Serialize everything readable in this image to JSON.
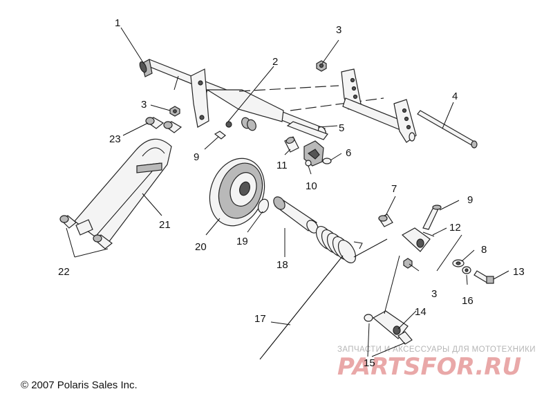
{
  "callouts": [
    {
      "id": "c1",
      "text": "1"
    },
    {
      "id": "c2",
      "text": "2"
    },
    {
      "id": "c3a",
      "text": "3"
    },
    {
      "id": "c3b",
      "text": "3"
    },
    {
      "id": "c3c",
      "text": "3"
    },
    {
      "id": "c4",
      "text": "4"
    },
    {
      "id": "c5",
      "text": "5"
    },
    {
      "id": "c6",
      "text": "6"
    },
    {
      "id": "c7",
      "text": "7"
    },
    {
      "id": "c8",
      "text": "8"
    },
    {
      "id": "c9a",
      "text": "9"
    },
    {
      "id": "c9b",
      "text": "9"
    },
    {
      "id": "c10",
      "text": "10"
    },
    {
      "id": "c11",
      "text": "11"
    },
    {
      "id": "c12",
      "text": "12"
    },
    {
      "id": "c13",
      "text": "13"
    },
    {
      "id": "c14",
      "text": "14"
    },
    {
      "id": "c15",
      "text": "15"
    },
    {
      "id": "c16",
      "text": "16"
    },
    {
      "id": "c17",
      "text": "17"
    },
    {
      "id": "c18",
      "text": "18"
    },
    {
      "id": "c19",
      "text": "19"
    },
    {
      "id": "c20",
      "text": "20"
    },
    {
      "id": "c21",
      "text": "21"
    },
    {
      "id": "c22",
      "text": "22"
    },
    {
      "id": "c23",
      "text": "23"
    }
  ],
  "copyright": "© 2007 Polaris Sales Inc.",
  "watermark": {
    "subtitle": "ЗАПЧАСТИ И АКСЕССУАРЫ ДЛЯ МОТОТЕХНИКИ",
    "brand": "PARTSFOR.RU",
    "brand_color": "#e9a8a8"
  }
}
